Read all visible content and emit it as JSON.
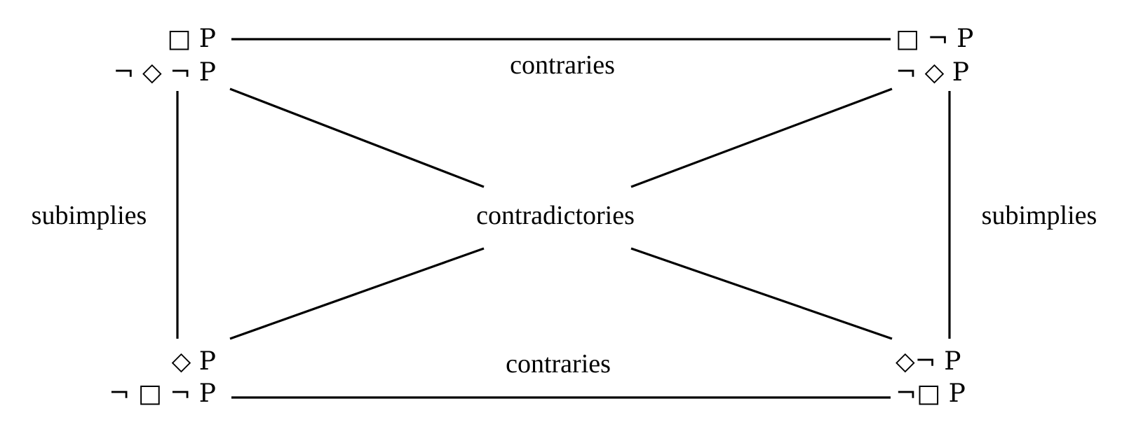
{
  "nodes": {
    "top_left": {
      "line1": "□ P",
      "line2": "¬ ◇ ¬ P"
    },
    "top_right": {
      "line1": "□ ¬ P",
      "line2": "¬ ◇ P"
    },
    "bottom_left": {
      "line1": "◇ P",
      "line2": "¬ □ ¬ P"
    },
    "bottom_right": {
      "line1": "◇¬ P",
      "line2": "¬□ P"
    }
  },
  "relations": {
    "top": "contraries",
    "bottom": "contraries",
    "left": "subimplies",
    "right": "subimplies",
    "center": "contradictories"
  },
  "colors": {
    "ink": "#000000",
    "background": "#ffffff"
  }
}
